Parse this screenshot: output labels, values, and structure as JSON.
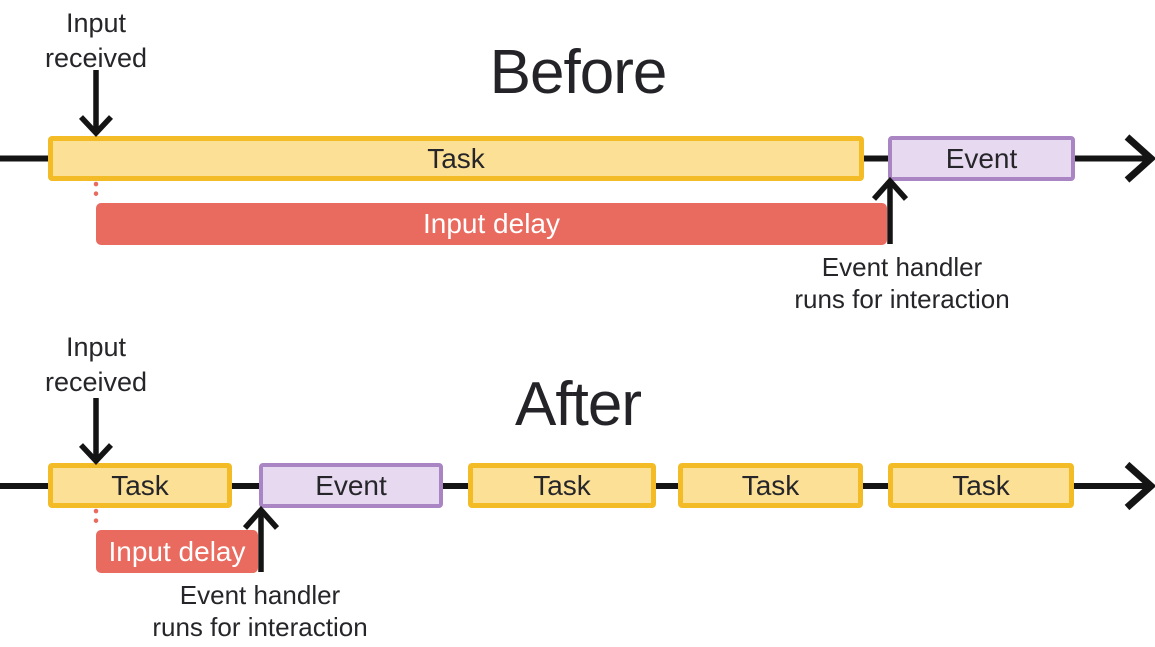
{
  "diagram": {
    "subject": "input-delay-task-timeline",
    "colors": {
      "task_fill": "#FBE095",
      "task_border": "#F3BC26",
      "event_fill": "#E7DAF0",
      "event_border": "#AA85C3",
      "input_delay_fill": "#E96A5E",
      "timeline_line": "#141414",
      "text": "#26262A",
      "input_delay_text": "#FFFFFF"
    },
    "before": {
      "title": "Before",
      "input_received_label": "Input\nreceived",
      "segments": [
        {
          "type": "task",
          "label": "Task"
        },
        {
          "type": "event",
          "label": "Event"
        }
      ],
      "input_delay_label": "Input delay",
      "event_handler_label": "Event handler\nruns for interaction"
    },
    "after": {
      "title": "After",
      "input_received_label": "Input\nreceived",
      "segments": [
        {
          "type": "task",
          "label": "Task"
        },
        {
          "type": "event",
          "label": "Event"
        },
        {
          "type": "task",
          "label": "Task"
        },
        {
          "type": "task",
          "label": "Task"
        },
        {
          "type": "task",
          "label": "Task"
        }
      ],
      "input_delay_label": "Input delay",
      "event_handler_label": "Event handler\nruns for interaction"
    }
  }
}
